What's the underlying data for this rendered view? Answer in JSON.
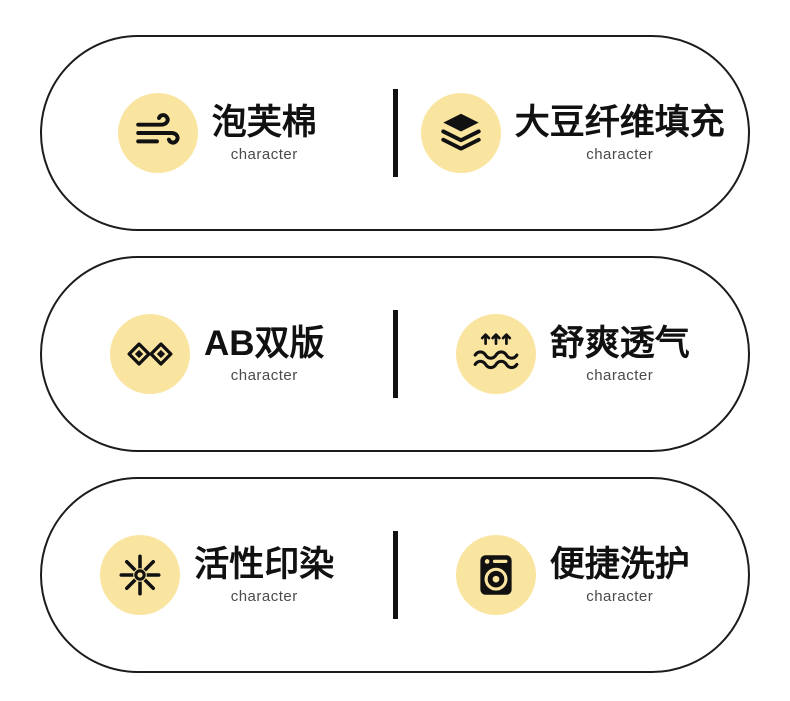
{
  "theme": {
    "badge_color": "#FAE5A0",
    "outline_color": "#1c1c1c",
    "divider_color": "#111111",
    "title_color": "#111111",
    "subtitle_color": "#4a4a4a"
  },
  "rows": [
    {
      "items": [
        {
          "icon": "wind-icon",
          "title": "泡芙棉",
          "subtitle": "character"
        },
        {
          "icon": "layers-icon",
          "title": "大豆纤维填充",
          "subtitle": "character"
        }
      ]
    },
    {
      "items": [
        {
          "icon": "double-diamond-icon",
          "title": "AB双版",
          "subtitle": "character"
        },
        {
          "icon": "airflow-waves-icon",
          "title": "舒爽透气",
          "subtitle": "character"
        }
      ]
    },
    {
      "items": [
        {
          "icon": "snowflake-burst-icon",
          "title": "活性印染",
          "subtitle": "character"
        },
        {
          "icon": "washing-machine-icon",
          "title": "便捷洗护",
          "subtitle": "character"
        }
      ]
    }
  ]
}
